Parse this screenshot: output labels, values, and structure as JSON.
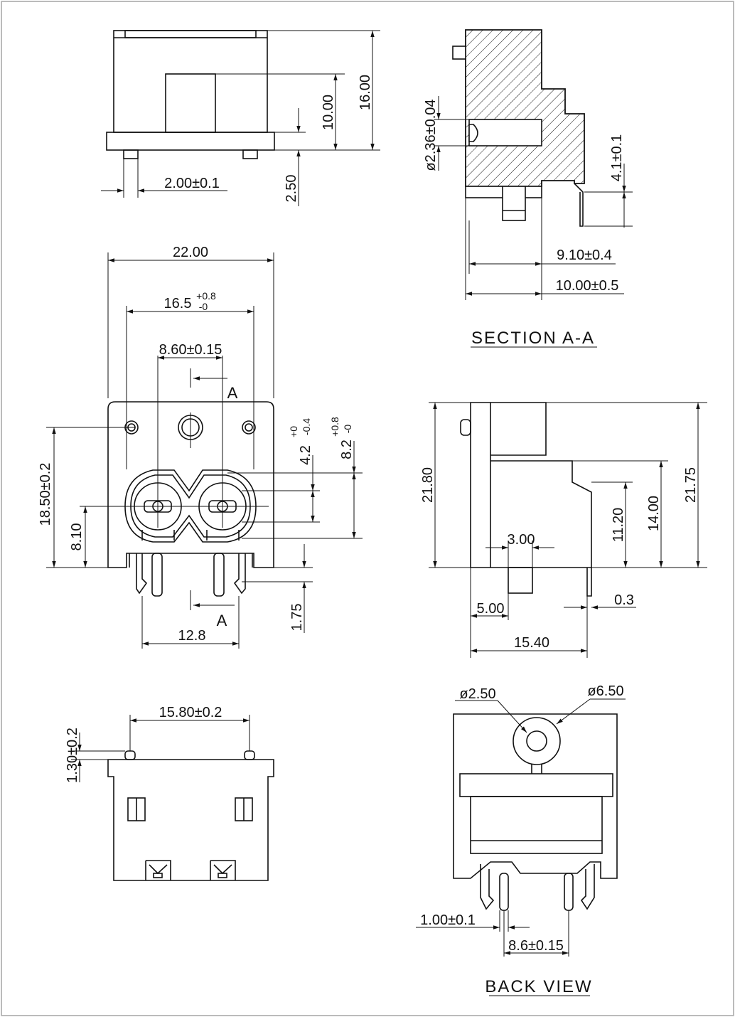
{
  "views": {
    "top": {
      "dims": [
        "16.00",
        "10.00",
        "2.50",
        "2.00±0.1"
      ]
    },
    "section": {
      "title": "SECTION A-A",
      "dims": [
        "ø2.36±0.04",
        "4.1±0.1",
        "9.10±0.4",
        "10.00±0.5"
      ]
    },
    "front": {
      "dims": [
        "22.00",
        "16.5",
        "+0.8",
        "-0",
        "8.60±0.15",
        "A",
        "4.2",
        "+0",
        "-0.4",
        "8.2",
        "+0.8",
        "-0",
        "18.50±0.2",
        "8.10",
        "A",
        "12.8",
        "1.75"
      ]
    },
    "side": {
      "dims": [
        "21.80",
        "21.75",
        "14.00",
        "11.20",
        "3.00",
        "5.00",
        "0.3",
        "15.40"
      ]
    },
    "bottom": {
      "dims": [
        "15.80±0.2",
        "1.30±0.2"
      ]
    },
    "back": {
      "title": "BACK VIEW",
      "dims": [
        "ø2.50",
        "ø6.50",
        "1.00±0.1",
        "8.6±0.15"
      ]
    }
  }
}
